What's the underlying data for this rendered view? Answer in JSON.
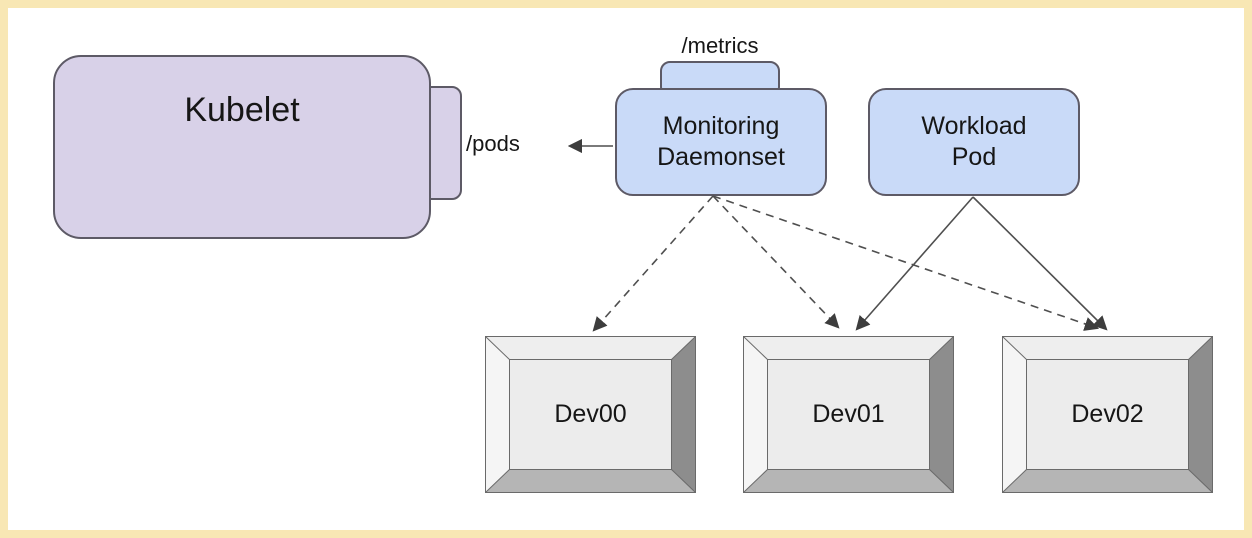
{
  "diagram": {
    "kind": "kubernetes-monitoring-architecture",
    "nodes": {
      "kubelet": {
        "label": "Kubelet"
      },
      "pods_endpoint": {
        "label": "/pods"
      },
      "metrics_endpoint": {
        "label": "/metrics"
      },
      "monitoring_daemonset": {
        "lines": [
          "Monitoring",
          "Daemonset"
        ]
      },
      "workload_pod": {
        "lines": [
          "Workload",
          "Pod"
        ]
      },
      "devices": [
        {
          "label": "Dev00"
        },
        {
          "label": "Dev01"
        },
        {
          "label": "Dev02"
        }
      ]
    },
    "edges": [
      {
        "from": "Monitoring Daemonset",
        "to": "/pods (Kubelet)",
        "style": "solid-arrow"
      },
      {
        "from": "Monitoring Daemonset",
        "to": "Dev00",
        "style": "dashed-arrow"
      },
      {
        "from": "Monitoring Daemonset",
        "to": "Dev01",
        "style": "dashed-arrow"
      },
      {
        "from": "Monitoring Daemonset",
        "to": "Dev02",
        "style": "dashed-arrow"
      },
      {
        "from": "Workload Pod",
        "to": "Dev01",
        "style": "solid-arrow"
      },
      {
        "from": "Workload Pod",
        "to": "Dev02",
        "style": "solid-arrow"
      }
    ],
    "colors": {
      "frame_border": "#f8e7b4",
      "background": "#ffffff",
      "kubelet_fill": "#d8d1e8",
      "pod_fill": "#c9daf8",
      "shape_stroke": "#5d5a66",
      "device_face": "#ececec",
      "edge_stroke": "#4f4f4f"
    }
  }
}
